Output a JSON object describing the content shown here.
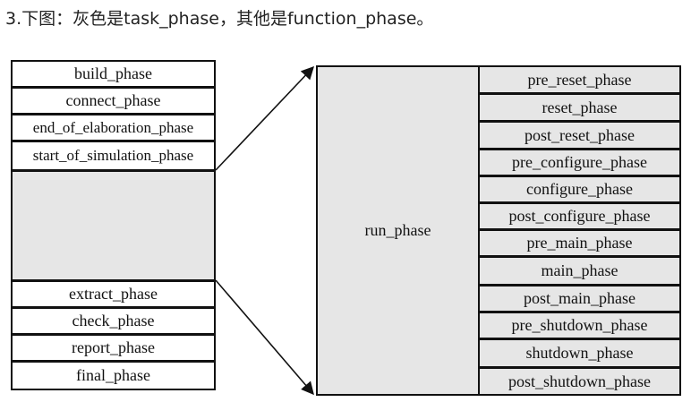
{
  "caption": "3.下图：灰色是task_phase，其他是function_phase。",
  "left_phases_top": [
    "build_phase",
    "connect_phase",
    "end_of_elaboration_phase",
    "start_of_simulation_phase"
  ],
  "left_phases_bottom": [
    "extract_phase",
    "check_phase",
    "report_phase",
    "final_phase"
  ],
  "run_phase": "run_phase",
  "runtime_phases": [
    "pre_reset_phase",
    "reset_phase",
    "post_reset_phase",
    "pre_configure_phase",
    "configure_phase",
    "post_configure_phase",
    "pre_main_phase",
    "main_phase",
    "post_main_phase",
    "pre_shutdown_phase",
    "shutdown_phase",
    "post_shutdown_phase"
  ],
  "colors": {
    "task_phase_fill": "#e6e6e6",
    "function_phase_fill": "#ffffff",
    "line": "#111111"
  }
}
